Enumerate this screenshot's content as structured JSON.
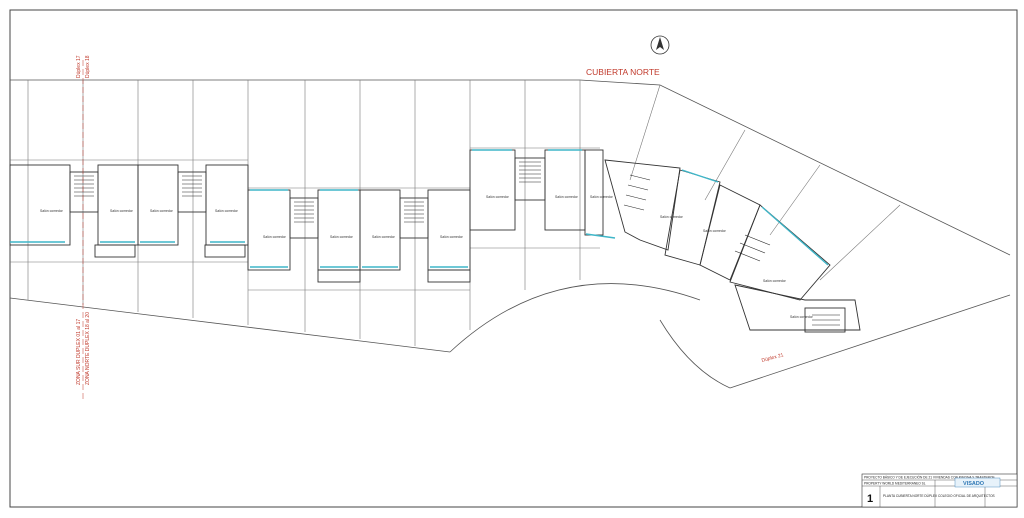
{
  "drawing": {
    "roof_label": "CUBIERTA NORTE",
    "duplex_17_label": "Dúplex 17",
    "duplex_18_label": "Dúplex 18",
    "duplex_21_label": "Dúplex 21",
    "zone_south_label": "ZONA SUR DUPLEX 01 al 17",
    "zone_north_label": "ZONA NORTE DUPLEX 18 al 20",
    "room_label": "Salón comedor"
  },
  "title_block": {
    "project_line": "PROYECTO BÁSICO Y DE EJECUCIÓN DE 21 VIVIENDAS CON PISCINA Y TRASTEROS",
    "owner_line": "PROPERTY WORLD MEDITERRANEO SL",
    "firm_logo": "VISADO",
    "sheet_title": "PLANTA CUBIERTA NORTE DÚPLEX",
    "sheet_code": "1",
    "stamp_lines": "COLEGIO OFICIAL DE ARQUITECTOS"
  },
  "colors": {
    "line": "#3a3a3a",
    "light_line": "#9a9a9a",
    "glass": "#3fb6c8",
    "red": "#c0392b"
  }
}
